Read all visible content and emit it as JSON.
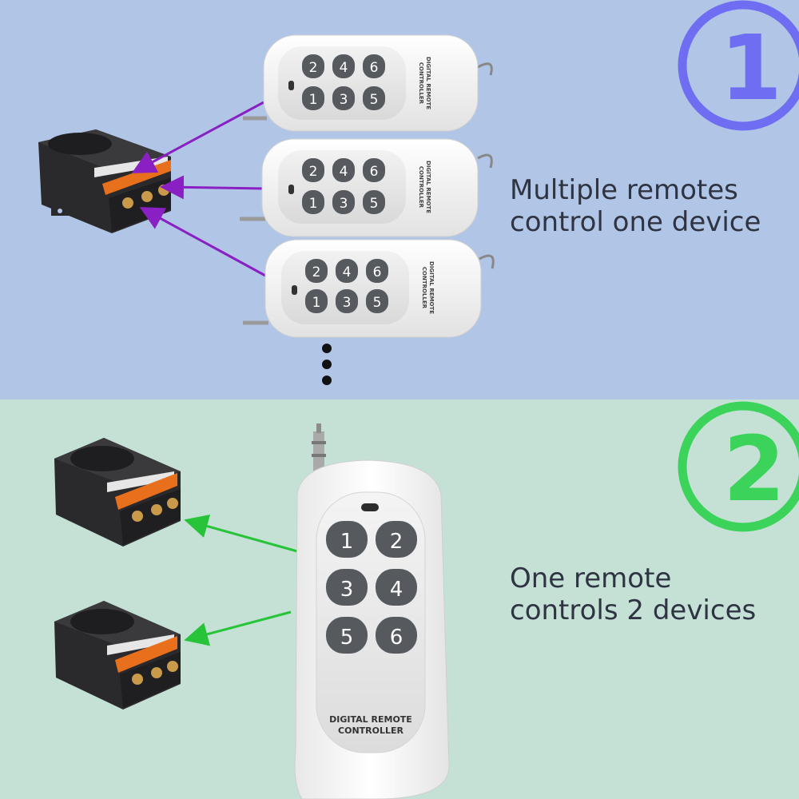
{
  "section1": {
    "badge": "1",
    "caption_line1": "Multiple remotes",
    "caption_line2": "control one device",
    "remotes": [
      {
        "buttons": [
          "2",
          "4",
          "6",
          "1",
          "3",
          "5"
        ],
        "brand_line1": "DIGITAL REMOTE",
        "brand_line2": "CONTROLLER"
      },
      {
        "buttons": [
          "2",
          "4",
          "6",
          "1",
          "3",
          "5"
        ],
        "brand_line1": "DIGITAL REMOTE",
        "brand_line2": "CONTROLLER"
      },
      {
        "buttons": [
          "2",
          "4",
          "6",
          "1",
          "3",
          "5"
        ],
        "brand_line1": "DIGITAL REMOTE",
        "brand_line2": "CONTROLLER"
      }
    ],
    "arrow_color": "#8a1fc4",
    "badge_color": "#6f6ef2"
  },
  "section2": {
    "badge": "2",
    "caption_line1": "One remote",
    "caption_line2": "controls 2 devices",
    "remote": {
      "buttons": [
        "1",
        "2",
        "3",
        "4",
        "5",
        "6"
      ],
      "brand_line1": "DIGITAL REMOTE",
      "brand_line2": "CONTROLLER"
    },
    "arrow_color": "#27c43a",
    "badge_color": "#3bd35a"
  }
}
